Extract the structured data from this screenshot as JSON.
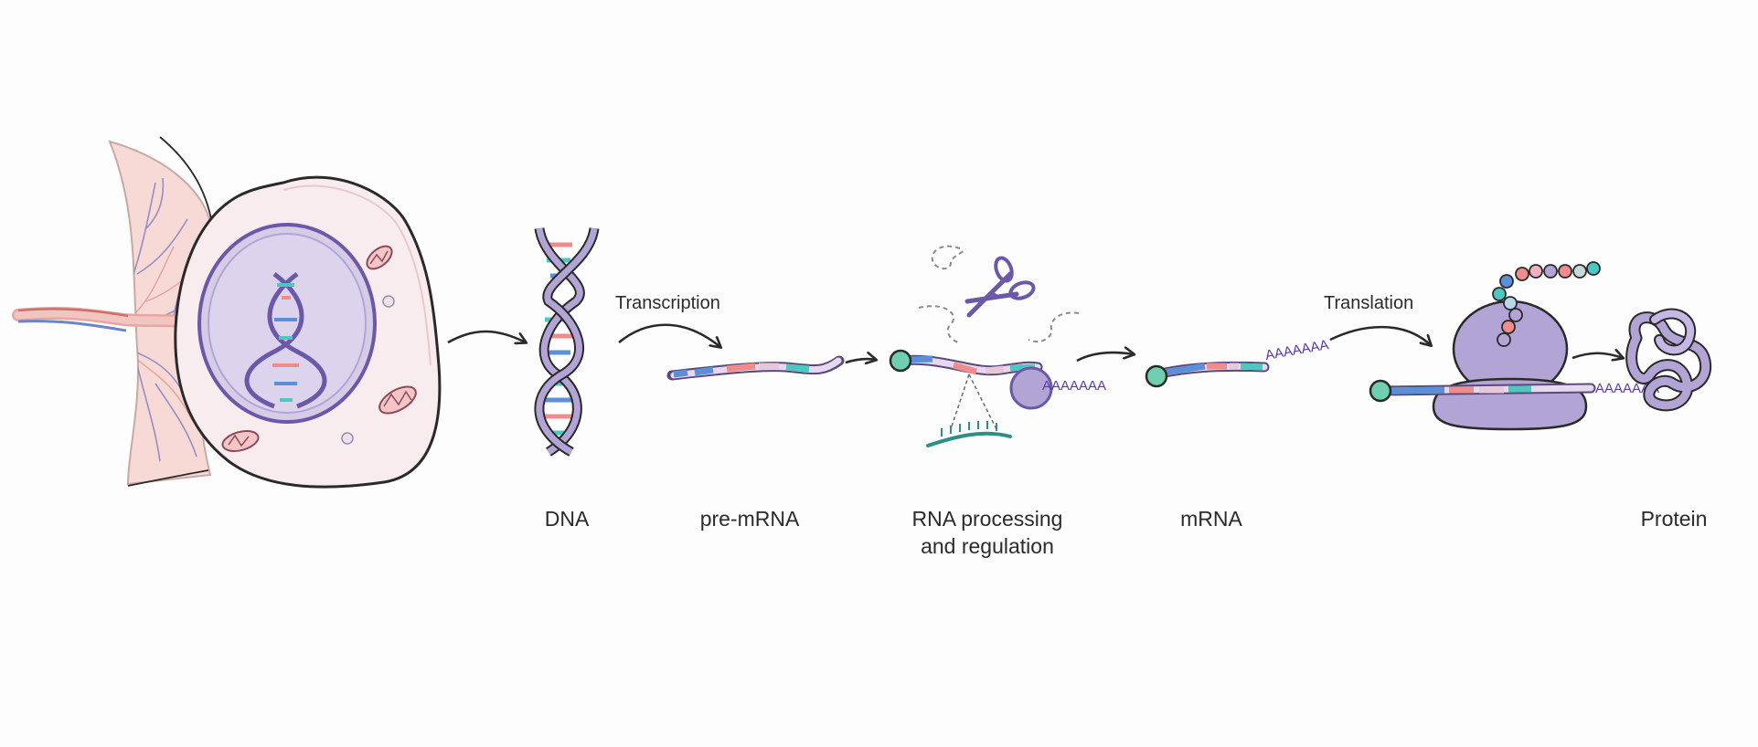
{
  "diagram": {
    "steps": [
      {
        "label": "DNA"
      },
      {
        "label": "pre-mRNA"
      },
      {
        "label_lines": [
          "RNA processing",
          "and regulation"
        ]
      },
      {
        "label": "mRNA"
      },
      {
        "label": "Protein"
      }
    ],
    "arrow_labels": {
      "transcription": "Transcription",
      "translation": "Translation"
    },
    "poly_a": {
      "processing": "AAAAAAA",
      "mrna": "AAAAAAA",
      "ribosome": "AAAAAAA"
    },
    "icons": [
      "tissue-icon",
      "cell-icon",
      "dna-helix-icon",
      "pre-mrna-strand-icon",
      "scissors-icon",
      "spliced-intron-icon",
      "microrna-icon",
      "mrna-strand-icon",
      "ribosome-icon",
      "amino-acid-chain-icon",
      "folded-protein-icon"
    ],
    "colors": {
      "outline": "#2a2a2a",
      "purple": "#b3a4d6",
      "purple_dark": "#6c58a8",
      "blue": "#5b8fd8",
      "pink": "#f08c8c",
      "teal": "#4dc8c0",
      "light_pink": "#e8c8d8",
      "tissue": "#f7d9d6",
      "cell": "#f8ecef"
    }
  }
}
